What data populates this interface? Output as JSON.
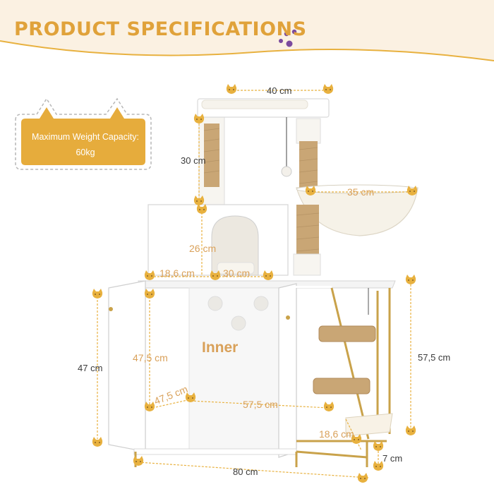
{
  "header": {
    "title": "PRODUCT SPECIFICATIONS"
  },
  "capacity": {
    "label": "Maximum Weight Capacity:",
    "value": "60kg"
  },
  "dimensions": {
    "top_width": "40 cm",
    "post_height": "30 cm",
    "hammock_width": "35 cm",
    "condo_height": "26 cm",
    "condo_depth": "18,6 cm",
    "condo_width": "30 cm",
    "cabinet_height": "47 cm",
    "inner_height": "47,5 cm",
    "inner_depth": "47,5 cm",
    "inner_width": "57,5 cm",
    "side_height": "57,5 cm",
    "side_depth": "18,6 cm",
    "leg_height": "7 cm",
    "total_width": "80 cm"
  },
  "labels": {
    "inner": "Inner"
  },
  "colors": {
    "title": "#e0a23a",
    "accent": "#e8b13f",
    "badge": "#e6ac3c",
    "banner": "#fbf1e2",
    "gold_frame": "#c9a24a",
    "rope": "#c9a675",
    "paw_dots": "#7b4a9e"
  }
}
